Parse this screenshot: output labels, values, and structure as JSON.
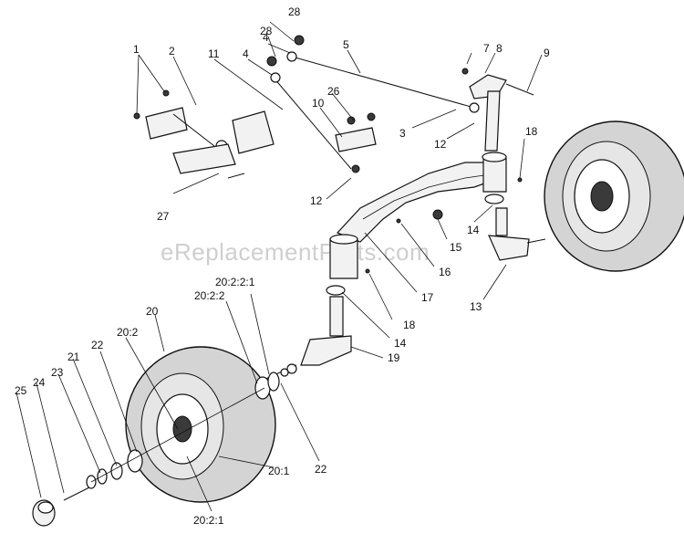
{
  "watermark": "eReplacementParts.com",
  "callouts": {
    "c1": "1",
    "c2": "2",
    "c3": "3",
    "c4a": "4",
    "c4b": "4",
    "c5": "5",
    "c7": "7",
    "c8": "8",
    "c9": "9",
    "c10": "10",
    "c11": "11",
    "c12a": "12",
    "c12b": "12",
    "c13": "13",
    "c14a": "14",
    "c14b": "14",
    "c15": "15",
    "c16": "16",
    "c17": "17",
    "c18a": "18",
    "c18b": "18",
    "c19": "19",
    "c20": "20",
    "c20_1": "20:1",
    "c20_2": "20:2",
    "c20_2_1": "20:2:1",
    "c20_2_2": "20:2:2",
    "c20_2_2_1": "20:2:2:1",
    "c21": "21",
    "c22a": "22",
    "c22b": "22",
    "c23": "23",
    "c24": "24",
    "c25": "25",
    "c26": "26",
    "c27": "27",
    "c28a": "28",
    "c28b": "28"
  },
  "icons": [
    "front-axle-diagram"
  ]
}
